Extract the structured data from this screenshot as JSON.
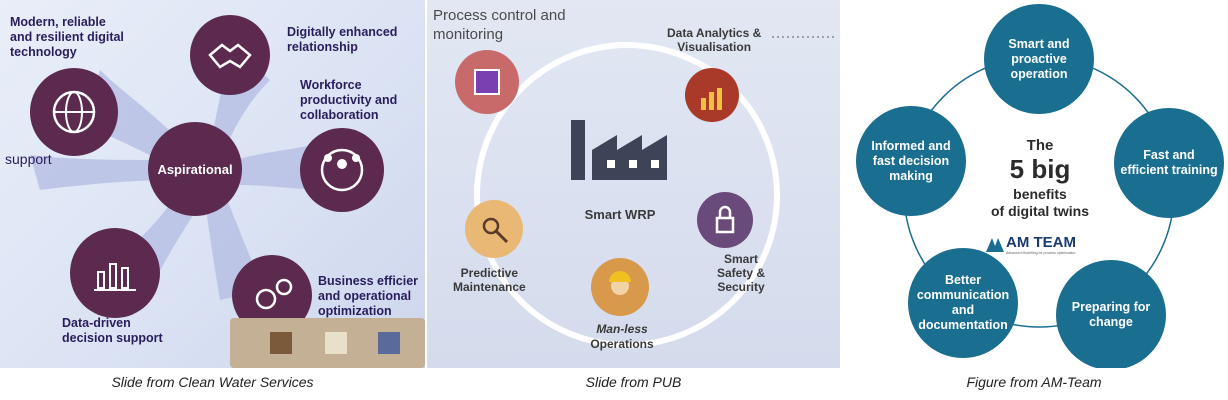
{
  "panel1": {
    "labels": {
      "modern": "Modern, reliable\nand resilient digital\ntechnology",
      "digitally": "Digitally enhanced\nrelationship",
      "workforce": "Workforce\nproductivity and\ncollaboration",
      "support": "support",
      "aspirational": "Aspirational",
      "business": "Business efficier\nand operational\noptimization",
      "data_driven": "Data-driven\ndecision support"
    }
  },
  "panel2": {
    "title": "Process control and\nmonitoring",
    "labels": {
      "analytics": "Data Analytics &\nVisualisation",
      "smart_wrp": "Smart WRP",
      "predictive": "Predictive\nMaintenance",
      "manless_1": "Man-less",
      "manless_2": "Operations",
      "safety": "Smart\nSafety &\nSecurity"
    }
  },
  "panel3": {
    "center": {
      "line1": "The",
      "line2": "5 big",
      "line3": "benefits",
      "line4": "of digital twins"
    },
    "logo": {
      "text": "AM TEAM",
      "tagline": "Advanced Modelling for process optimisation"
    },
    "benefits": {
      "smart": "Smart and\nproactive\noperation",
      "fast": "Fast and\nefficient training",
      "preparing": "Preparing for\nchange",
      "better": "Better\ncommunication\nand\ndocumentation",
      "informed": "Informed and\nfast decision\nmaking"
    },
    "colors": {
      "circle": "#1a6e90",
      "ring": "#1a6e90"
    }
  },
  "captions": {
    "c1": "Slide from Clean Water Services",
    "c2": "Slide from PUB",
    "c3": "Figure from AM-Team"
  }
}
